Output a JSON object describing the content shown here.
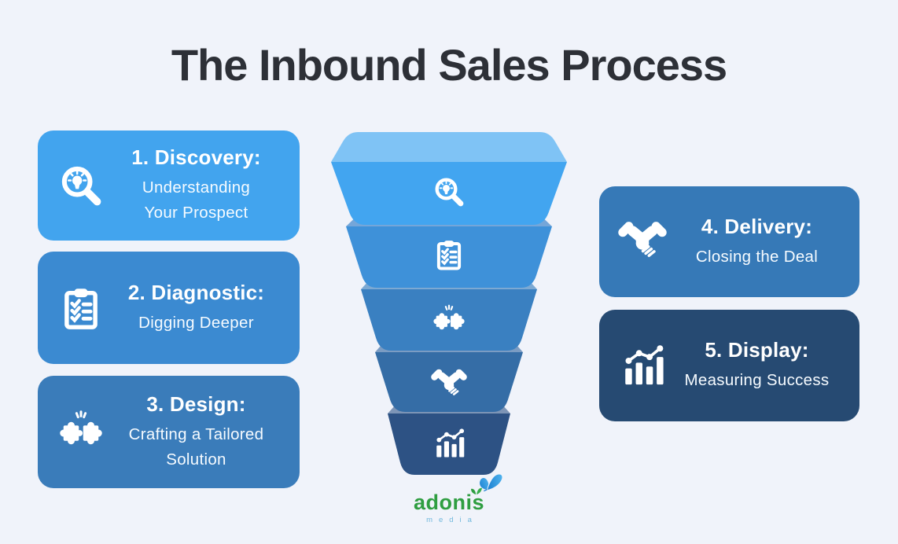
{
  "title": "The Inbound Sales Process",
  "colors": {
    "background": "#f0f3fa",
    "title_text": "#2d3037",
    "card_text": "#ffffff"
  },
  "steps": [
    {
      "label": "1. Discovery:",
      "description": "Understanding\nYour Prospect",
      "icon": "magnifier-lightbulb-icon",
      "card_color": "#42a4ee"
    },
    {
      "label": "2. Diagnostic:",
      "description": "Digging Deeper",
      "icon": "clipboard-checklist-icon",
      "card_color": "#3b8ad1"
    },
    {
      "label": "3. Design:",
      "description": "Crafting a Tailored\nSolution",
      "icon": "puzzle-pieces-icon",
      "card_color": "#3a7cba"
    },
    {
      "label": "4. Delivery:",
      "description": "Closing the Deal",
      "icon": "handshake-icon",
      "card_color": "#3679b7"
    },
    {
      "label": "5. Display:",
      "description": "Measuring Success",
      "icon": "bar-chart-icon",
      "card_color": "#264a72"
    }
  ],
  "funnel": {
    "layers": [
      {
        "icon": "magnifier-lightbulb-icon",
        "body": "#42a5f0",
        "rim": "#7fc3f5"
      },
      {
        "icon": "clipboard-checklist-icon",
        "body": "#3e91d9",
        "rim": "#74a6d9"
      },
      {
        "icon": "puzzle-pieces-icon",
        "body": "#3a80c1",
        "rim": "#7ca9d3"
      },
      {
        "icon": "handshake-icon",
        "body": "#356da6",
        "rim": "#7b9cc3"
      },
      {
        "icon": "bar-chart-icon",
        "body": "#2d5284",
        "rim": "#7d95b6"
      }
    ]
  },
  "logo": {
    "name": "adonis",
    "tagline": "media",
    "name_color": "#2f9e41",
    "tagline_color": "#6fb7dc",
    "butterfly_color": "#2a8fd8"
  }
}
